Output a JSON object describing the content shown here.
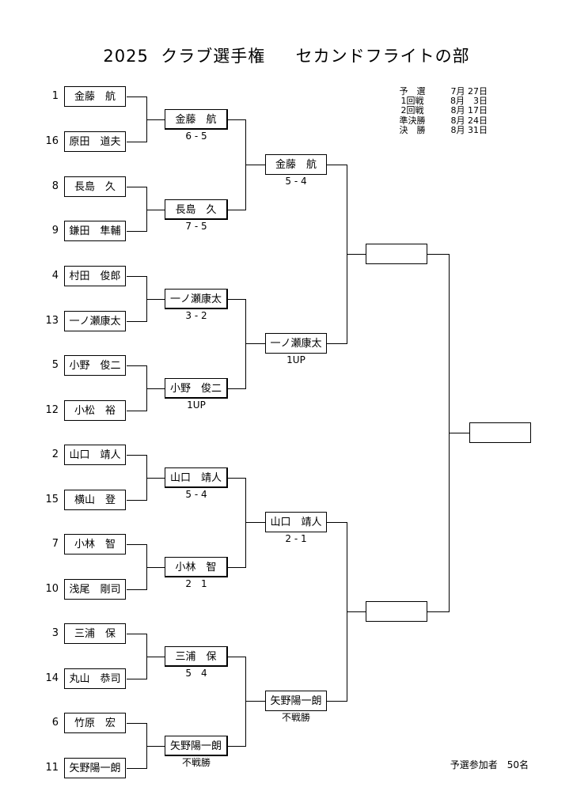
{
  "title": "2025  クラブ選手権     セカンドフライトの部",
  "schedule": [
    {
      "label": "予　選",
      "date": "7月 27日"
    },
    {
      "label": "1回戦",
      "date": "8月　3日"
    },
    {
      "label": "2回戦",
      "date": "8月 17日"
    },
    {
      "label": "準決勝",
      "date": "8月 24日"
    },
    {
      "label": "決　勝",
      "date": "8月 31日"
    }
  ],
  "round1": [
    {
      "seed": "1",
      "name": "金藤　航"
    },
    {
      "seed": "16",
      "name": "原田　道夫"
    },
    {
      "seed": "8",
      "name": "長島　久"
    },
    {
      "seed": "9",
      "name": "鎌田　隼輔"
    },
    {
      "seed": "4",
      "name": "村田　俊郎"
    },
    {
      "seed": "13",
      "name": "一ノ瀬康太"
    },
    {
      "seed": "5",
      "name": "小野　俊二"
    },
    {
      "seed": "12",
      "name": "小松　裕"
    },
    {
      "seed": "2",
      "name": "山口　靖人"
    },
    {
      "seed": "15",
      "name": "横山　登"
    },
    {
      "seed": "7",
      "name": "小林　智"
    },
    {
      "seed": "10",
      "name": "浅尾　剛司"
    },
    {
      "seed": "3",
      "name": "三浦　保"
    },
    {
      "seed": "14",
      "name": "丸山　恭司"
    },
    {
      "seed": "6",
      "name": "竹原　宏"
    },
    {
      "seed": "11",
      "name": "矢野陽一朗"
    }
  ],
  "round2": [
    {
      "name": "金藤　航",
      "score": "6 - 5"
    },
    {
      "name": "長島　久",
      "score": "7 - 5"
    },
    {
      "name": "一ノ瀬康太",
      "score": "3 - 2"
    },
    {
      "name": "小野　俊二",
      "score": "1UP"
    },
    {
      "name": "山口　靖人",
      "score": "5 - 4"
    },
    {
      "name": "小林　智",
      "score": "2　1"
    },
    {
      "name": "三浦　保",
      "score": "5　4"
    },
    {
      "name": "矢野陽一朗",
      "score": "不戦勝"
    }
  ],
  "round3": [
    {
      "name": "金藤　航",
      "score": "5 - 4"
    },
    {
      "name": "一ノ瀬康太",
      "score": "1UP"
    },
    {
      "name": "山口　靖人",
      "score": "2 - 1"
    },
    {
      "name": "矢野陽一朗",
      "score": "不戦勝"
    }
  ],
  "semifinal": [
    {
      "name": ""
    },
    {
      "name": ""
    }
  ],
  "final": {
    "name": ""
  },
  "participants": "予選参加者　50名"
}
